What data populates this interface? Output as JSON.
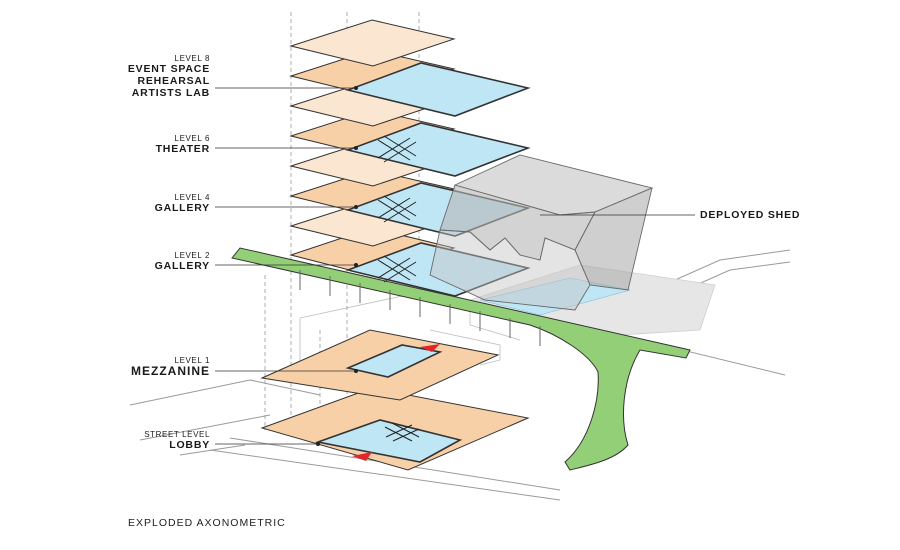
{
  "colors": {
    "floor_orange": "#f7d0a8",
    "floor_light": "#fbe6d2",
    "program_blue": "#bfe6f5",
    "highline_green": "#93cf77",
    "shed_gray": "#b5b5b5",
    "accent_red": "#e0262b"
  },
  "labels": {
    "level8": {
      "level": "LEVEL 8",
      "line1": "EVENT SPACE",
      "line2": "REHEARSAL",
      "line3": "ARTISTS LAB"
    },
    "level6": {
      "level": "LEVEL 6",
      "name": "THEATER"
    },
    "level4": {
      "level": "LEVEL 4",
      "name": "GALLERY"
    },
    "level2": {
      "level": "LEVEL 2",
      "name": "GALLERY"
    },
    "level1": {
      "level": "LEVEL 1",
      "name": "MEZZANINE"
    },
    "street": {
      "level": "STREET LEVEL",
      "name": "LOBBY"
    },
    "shed": "DEPLOYED SHED"
  },
  "caption": "EXPLODED AXONOMETRIC"
}
